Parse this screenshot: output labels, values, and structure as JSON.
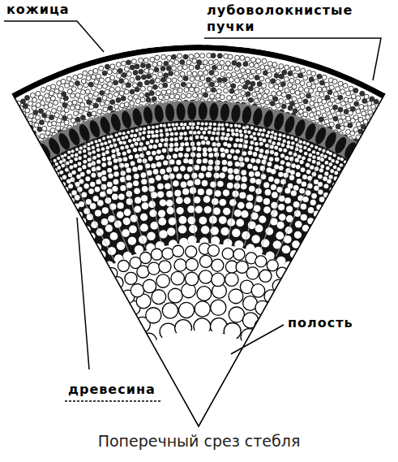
{
  "diagram": {
    "caption": "Поперечный срез стебля",
    "labels": [
      "кожица",
      "лубоволокнистые пучки",
      "полость",
      "древесина"
    ]
  }
}
